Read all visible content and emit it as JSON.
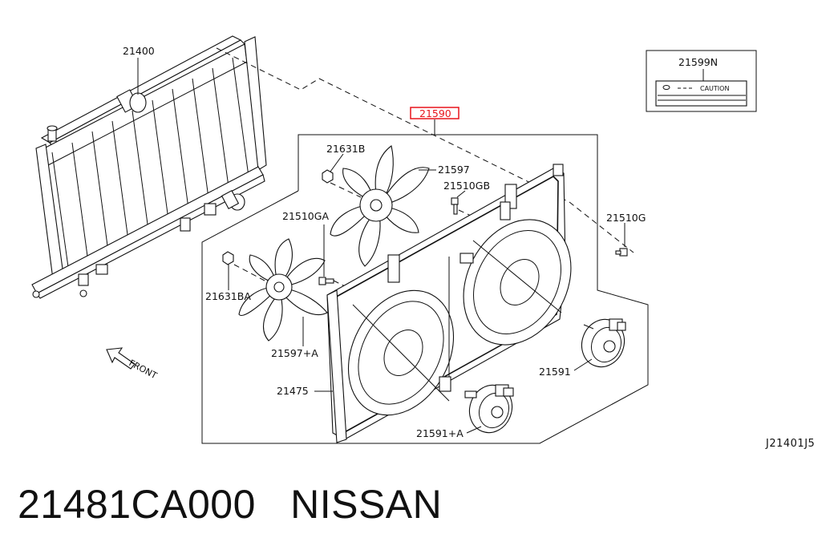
{
  "callouts": {
    "radiator": "21400",
    "fan_motor_assembly": "21590",
    "caution_label": "21599N",
    "nut_upper": "21631B",
    "fan_upper": "21597",
    "bolt_gb": "21510GB",
    "bolt_g": "21510G",
    "bolt_ga": "21510GA",
    "nut_lower": "21631BA",
    "fan_lower": "21597+A",
    "shroud": "21475",
    "motor_right": "21591",
    "motor_left": "21591+A"
  },
  "caution_text": "CAUTION",
  "front_label": "FRONT",
  "diagram_ref": "J21401J5",
  "part_number": "21481CA000",
  "brand": "NISSAN",
  "highlight_color": "#e8141b"
}
